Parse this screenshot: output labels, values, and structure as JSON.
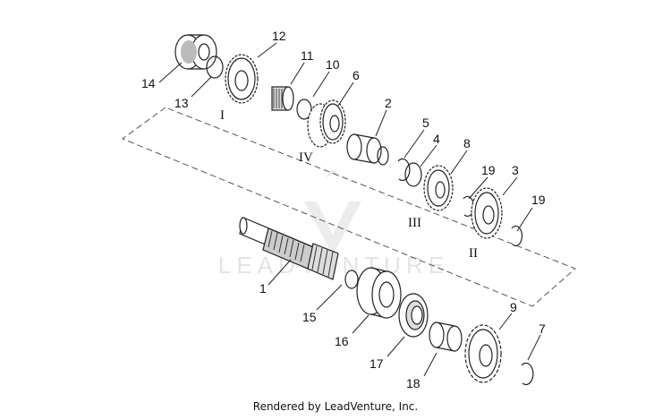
{
  "callouts": [
    {
      "num": "1"
    },
    {
      "num": "2"
    },
    {
      "num": "3"
    },
    {
      "num": "4"
    },
    {
      "num": "5"
    },
    {
      "num": "6"
    },
    {
      "num": "7"
    },
    {
      "num": "8"
    },
    {
      "num": "9"
    },
    {
      "num": "10"
    },
    {
      "num": "11"
    },
    {
      "num": "12"
    },
    {
      "num": "13"
    },
    {
      "num": "14"
    },
    {
      "num": "15"
    },
    {
      "num": "16"
    },
    {
      "num": "17"
    },
    {
      "num": "18"
    },
    {
      "num": "19"
    },
    {
      "num": "19"
    }
  ],
  "gear_marks": [
    "I",
    "II",
    "III",
    "IV"
  ],
  "watermark": "LEADVENTURE",
  "credit": "Rendered by LeadVenture, Inc.",
  "colors": {
    "line": "#222222",
    "watermark": "#e4e4e4",
    "background": "#ffffff"
  }
}
